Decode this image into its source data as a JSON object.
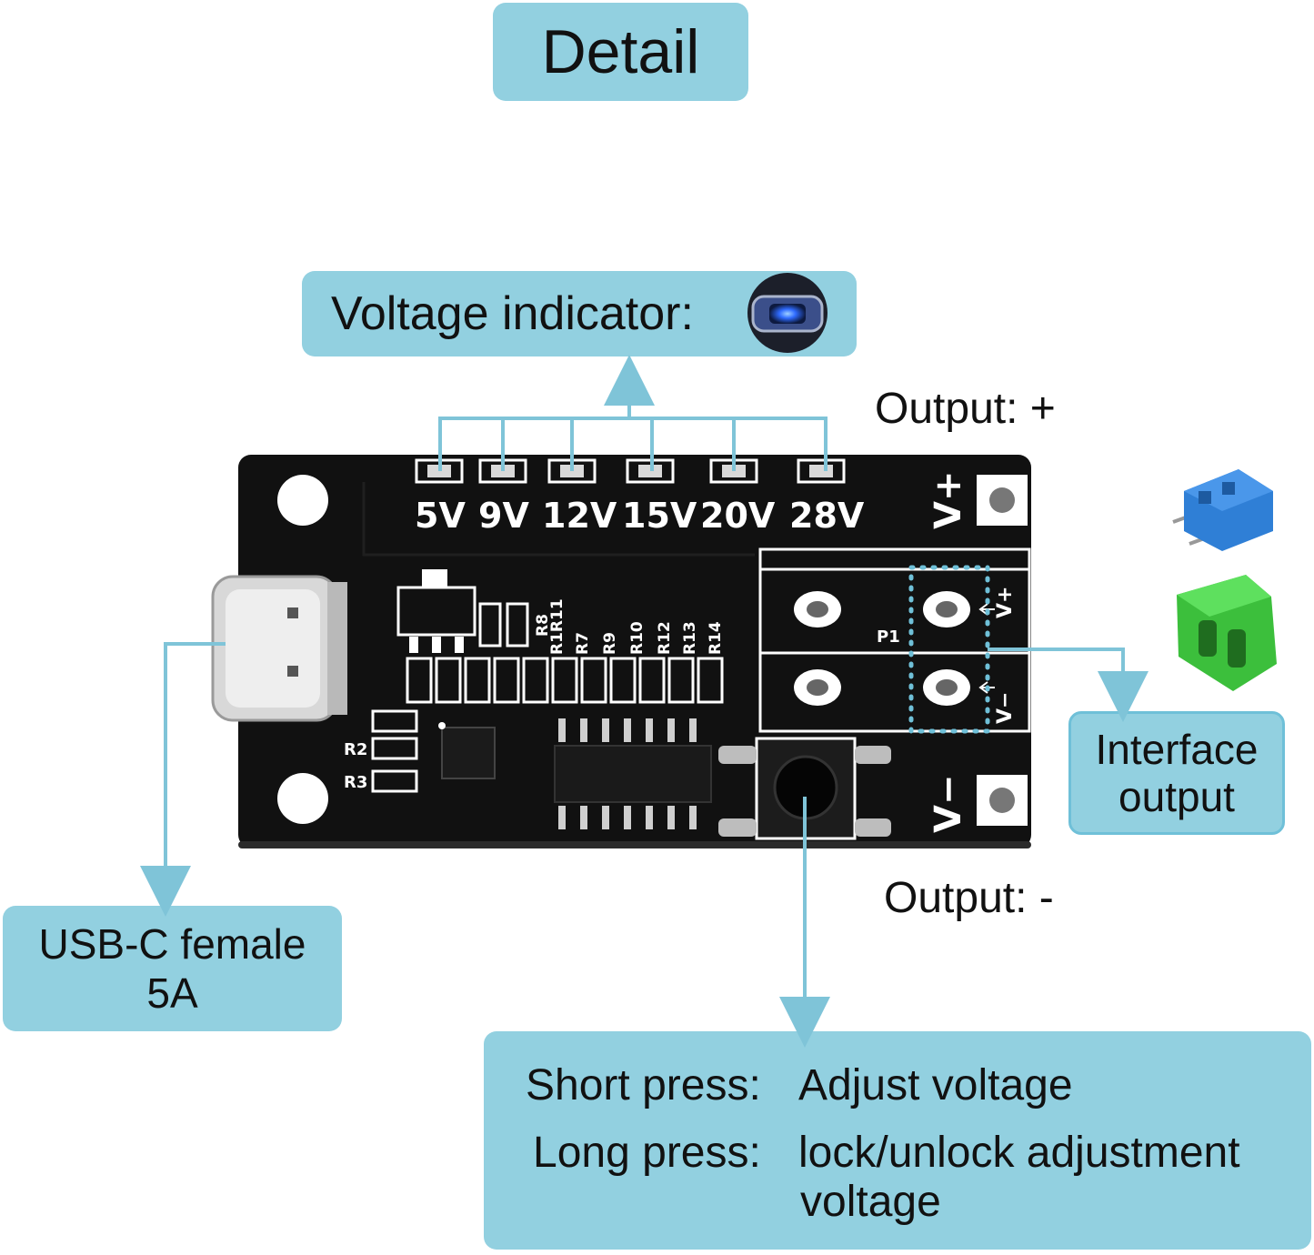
{
  "title": "Detail",
  "voltage_indicator": {
    "label": "Voltage indicator:"
  },
  "output_plus": "Output: +",
  "output_minus": "Output: -",
  "usb_c": {
    "line1": "USB-C female",
    "line2": "5A"
  },
  "interface_output": {
    "line1": "Interface",
    "line2": "output"
  },
  "press": {
    "short_key": "Short press:",
    "short_value": "Adjust voltage",
    "long_key": "Long press:",
    "long_value": "lock/unlock adjustment",
    "long_value_2": "voltage"
  },
  "board": {
    "voltages": [
      "5V",
      "9V",
      "12V",
      "15V",
      "20V",
      "28V"
    ],
    "v_plus": "V+",
    "v_minus": "V−",
    "p1": "P1",
    "small_v_plus": "V+",
    "small_v_minus": "V−",
    "r2": "R2",
    "r3": "R3",
    "resistors": [
      "R8",
      "R1R11",
      "R7",
      "R9",
      "R10",
      "R12",
      "R13",
      "R14"
    ]
  },
  "colors": {
    "label_bg": "#92d0e0",
    "connector_line": "#7fc4d8",
    "board": "#111111",
    "led": "#2f6bff",
    "terminal_blue": "#2f7fd6",
    "terminal_green": "#3cbf3c"
  }
}
